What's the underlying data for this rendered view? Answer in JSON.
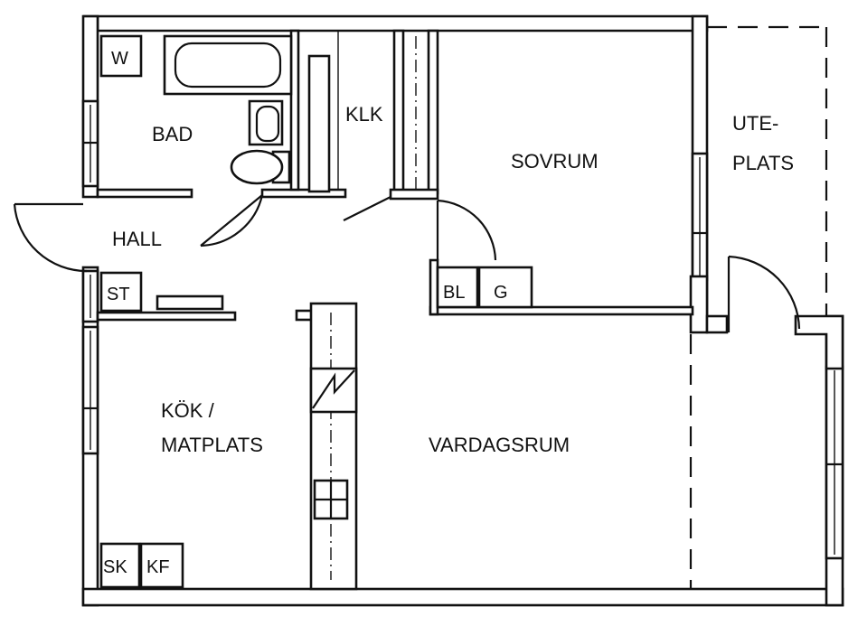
{
  "rooms": {
    "bad": "BAD",
    "klk": "KLK",
    "sovrum": "SOVRUM",
    "uteplats_1": "UTE-",
    "uteplats_2": "PLATS",
    "hall": "HALL",
    "kok_1": "KÖK /",
    "kok_2": "MATPLATS",
    "vardagsrum": "VARDAGSRUM"
  },
  "fixtures": {
    "w": "W",
    "st": "ST",
    "bl": "BL",
    "g": "G",
    "sk": "SK",
    "kf": "KF"
  }
}
